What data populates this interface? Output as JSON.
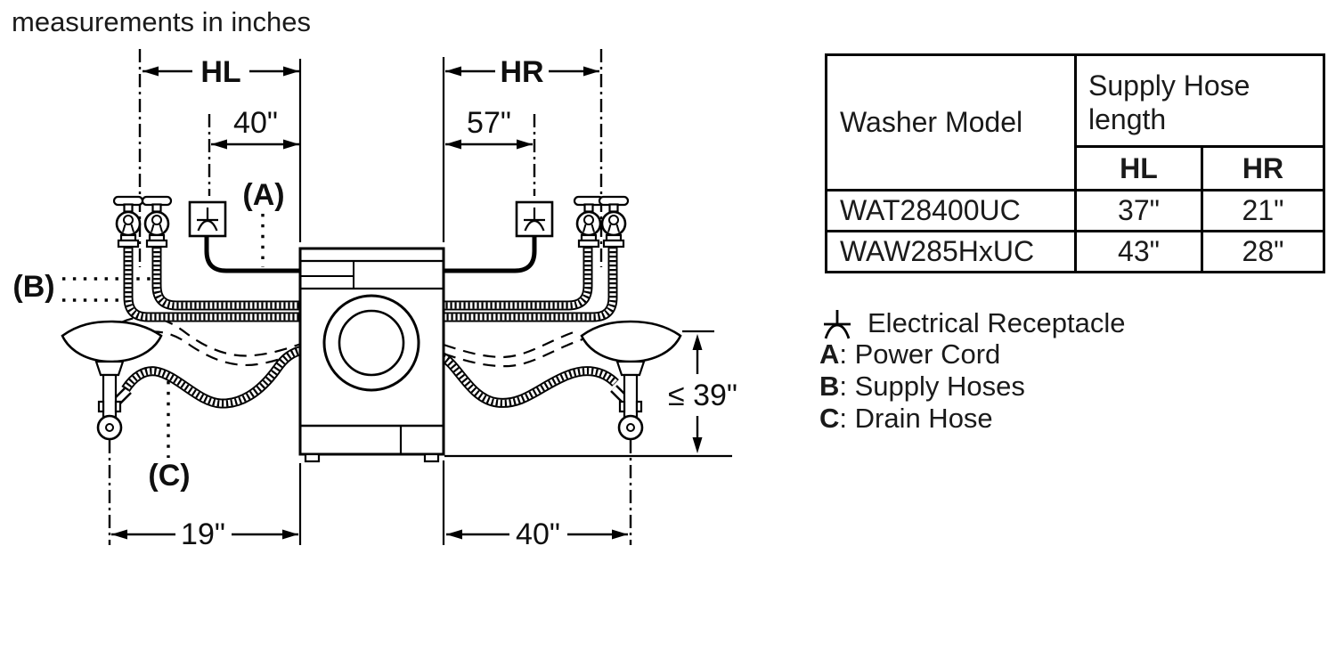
{
  "title": "measurements in inches",
  "diagram": {
    "hl": "HL",
    "hr": "HR",
    "top_left_dim": "40\"",
    "top_right_dim": "57\"",
    "label_a": "(A)",
    "label_b": "(B)",
    "label_c": "(C)",
    "height_dim": "≤ 39\"",
    "bottom_left_dim": "19\"",
    "bottom_right_dim": "40\""
  },
  "table": {
    "header_model": "Washer Model",
    "header_supply": "Supply Hose length",
    "header_hl": "HL",
    "header_hr": "HR",
    "rows": [
      {
        "model": "WAT28400UC",
        "hl": "37\"",
        "hr": "21\""
      },
      {
        "model": "WAW285HxUC",
        "hl": "43\"",
        "hr": "28\""
      }
    ]
  },
  "legend": {
    "receptacle_label": "Electrical Receptacle",
    "items": [
      {
        "key": "A",
        "text": ": Power Cord"
      },
      {
        "key": "B",
        "text": ": Supply Hoses"
      },
      {
        "key": "C",
        "text": ": Drain Hose"
      }
    ]
  },
  "colors": {
    "ink": "#000000",
    "paper": "#ffffff"
  }
}
